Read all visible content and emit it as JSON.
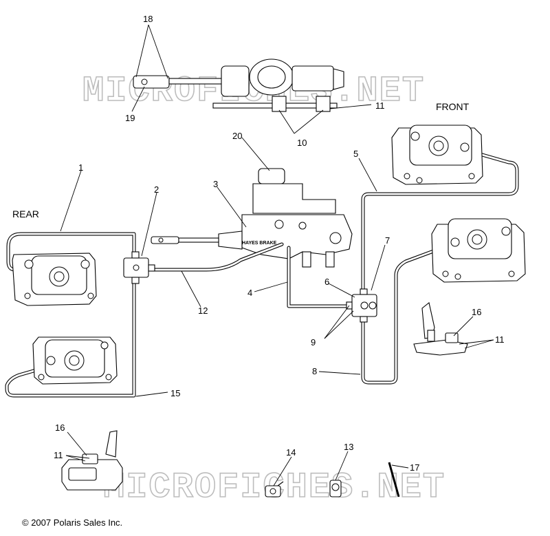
{
  "watermark": {
    "text": "MICROFICHES.NET"
  },
  "labels": {
    "front": "FRONT",
    "rear": "REAR"
  },
  "copyright": "© 2007 Polaris Sales Inc.",
  "master_cylinder_marking": "HAYES BRAKE",
  "callouts": {
    "c1": "1",
    "c2": "2",
    "c3": "3",
    "c4": "4",
    "c5": "5",
    "c6": "6",
    "c7": "7",
    "c8": "8",
    "c9": "9",
    "c10": "10",
    "c11_top": "11",
    "c11_mid": "11",
    "c11_bot": "11",
    "c12": "12",
    "c13": "13",
    "c14": "14",
    "c15": "15",
    "c16_mid": "16",
    "c16_bot": "16",
    "c17": "17",
    "c18": "18",
    "c19": "19",
    "c20": "20"
  }
}
